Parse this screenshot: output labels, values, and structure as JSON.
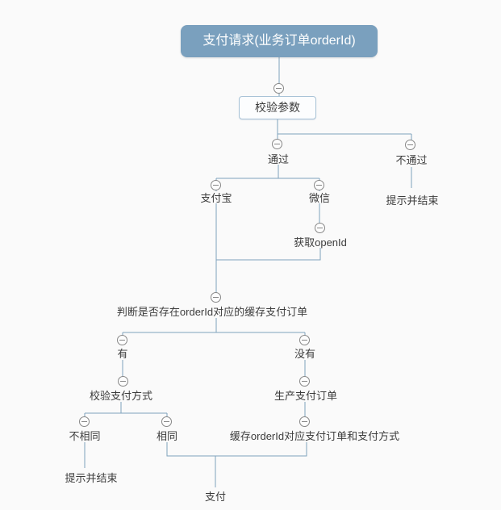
{
  "diagram": {
    "nodes": {
      "root": "支付请求(业务订单orderId)",
      "validate": "校验参数",
      "pass": "通过",
      "fail": "不通过",
      "fail_end": "提示并结束",
      "alipay": "支付宝",
      "wechat": "微信",
      "get_openid": "获取openId",
      "check_cache": "判断是否存在orderId对应的缓存支付订单",
      "has_cache": "有",
      "no_cache": "没有",
      "verify_method": "校验支付方式",
      "different": "不相同",
      "same": "相同",
      "different_end": "提示并结束",
      "create_order": "生产支付订单",
      "cache_order": "缓存orderId对应支付订单和支付方式",
      "pay": "支付"
    },
    "icons": {
      "collapse": "minus-circle"
    },
    "colors": {
      "root_fill": "#7AA0BE",
      "root_text": "#FFFFFF",
      "connector": "#7FA2BC",
      "box_border": "#A7C2D6",
      "box_fill": "#FCFDFE",
      "label_text": "#3C3C3C",
      "icon_border": "#878787",
      "icon_fill": "#FDFDFD",
      "background": "#FAFAFA"
    }
  }
}
